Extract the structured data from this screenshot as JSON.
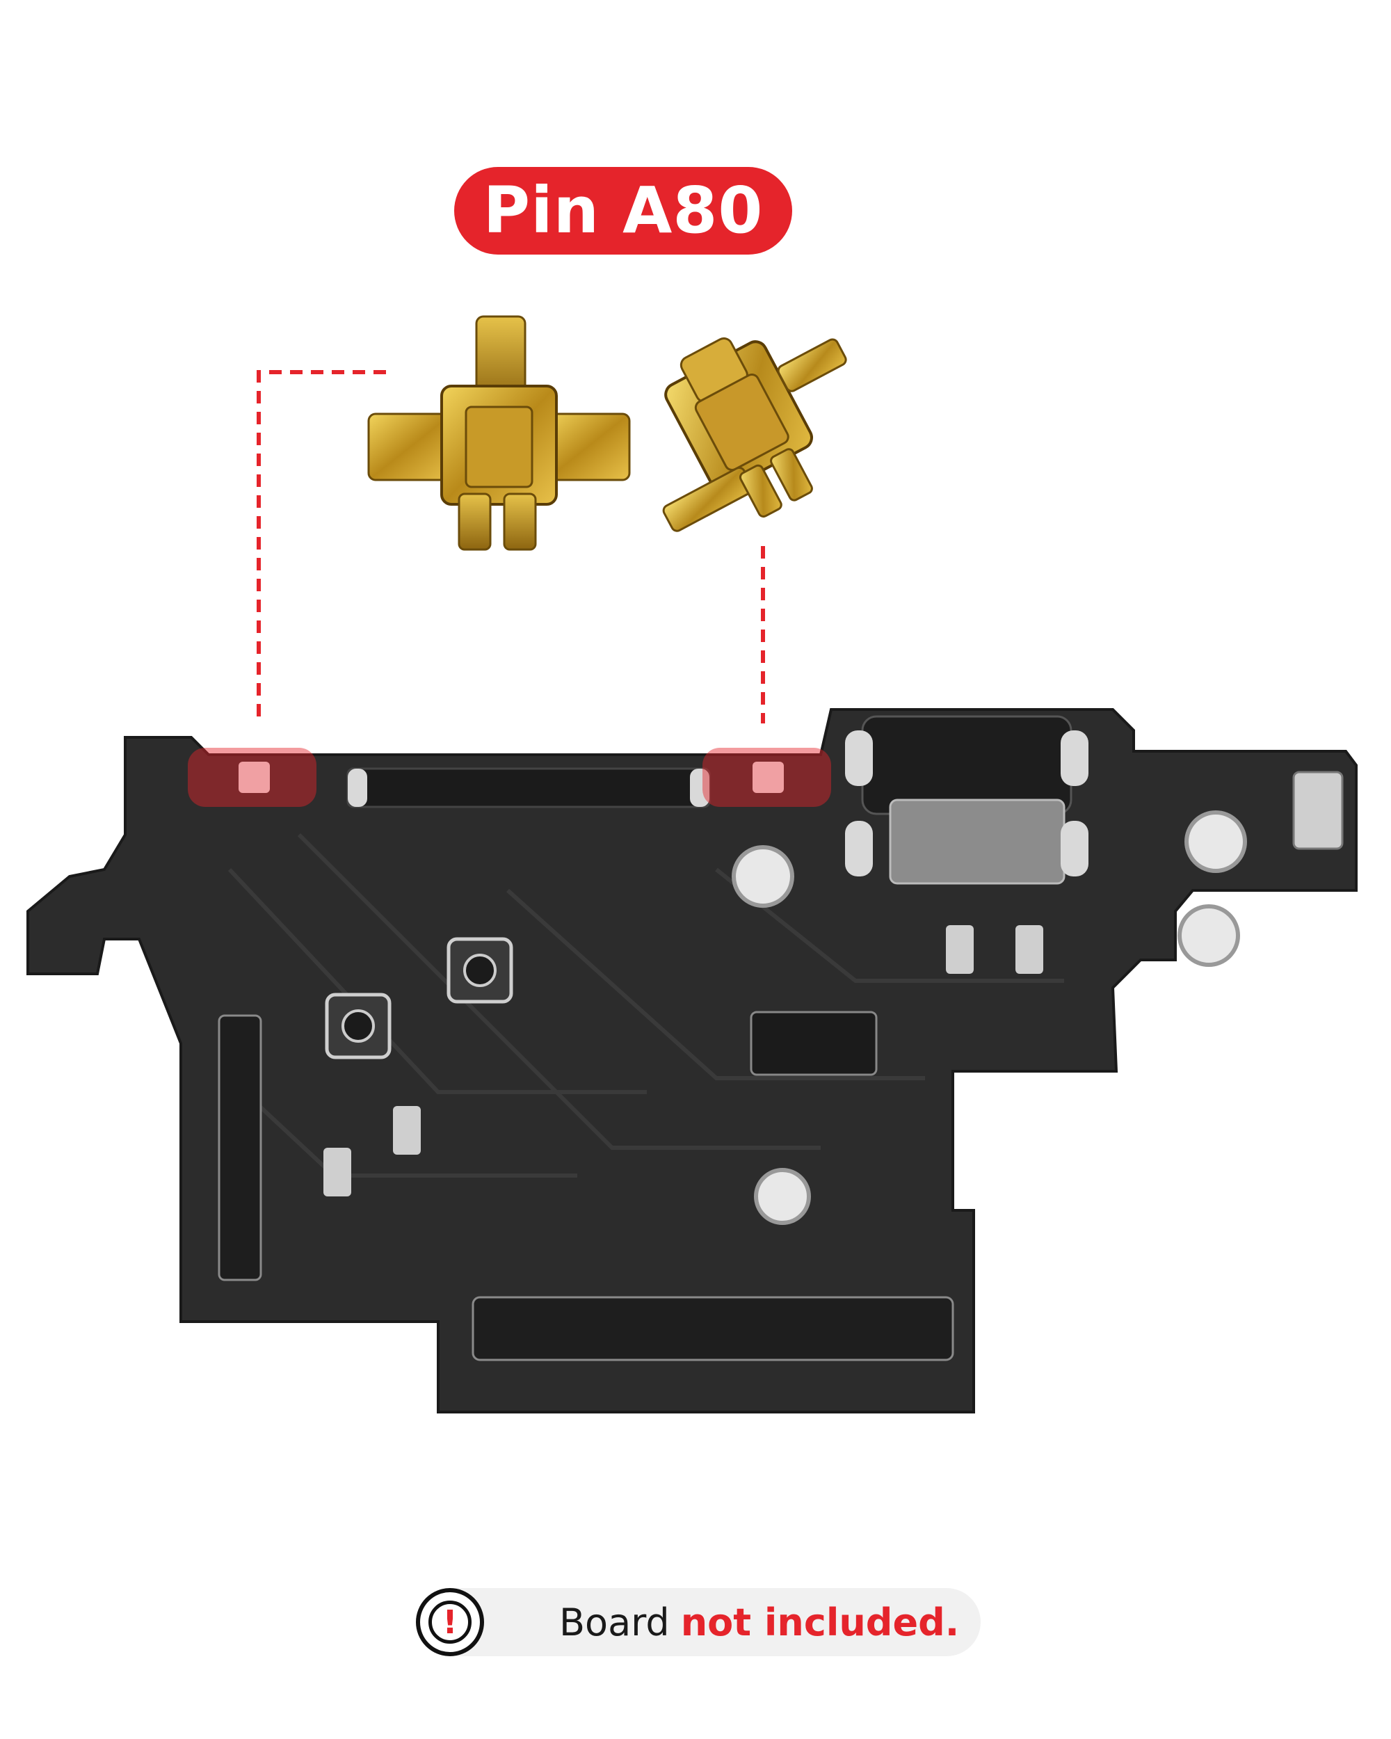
{
  "title": {
    "label": "Pin A80",
    "color": "#e5242b"
  },
  "notice": {
    "icon": "exclamation-icon",
    "prefix": "Board",
    "emphasis": "not included."
  },
  "colors": {
    "accent": "#e5242b",
    "board": "#2b2b2b",
    "gold": "#c9a227",
    "highlight": "rgba(229,36,43,0.45)"
  },
  "images": {
    "pin_front": "gold-spring-contact-pin-front",
    "pin_angled": "gold-spring-contact-pin-angled",
    "board": "charging-port-flex-board"
  }
}
